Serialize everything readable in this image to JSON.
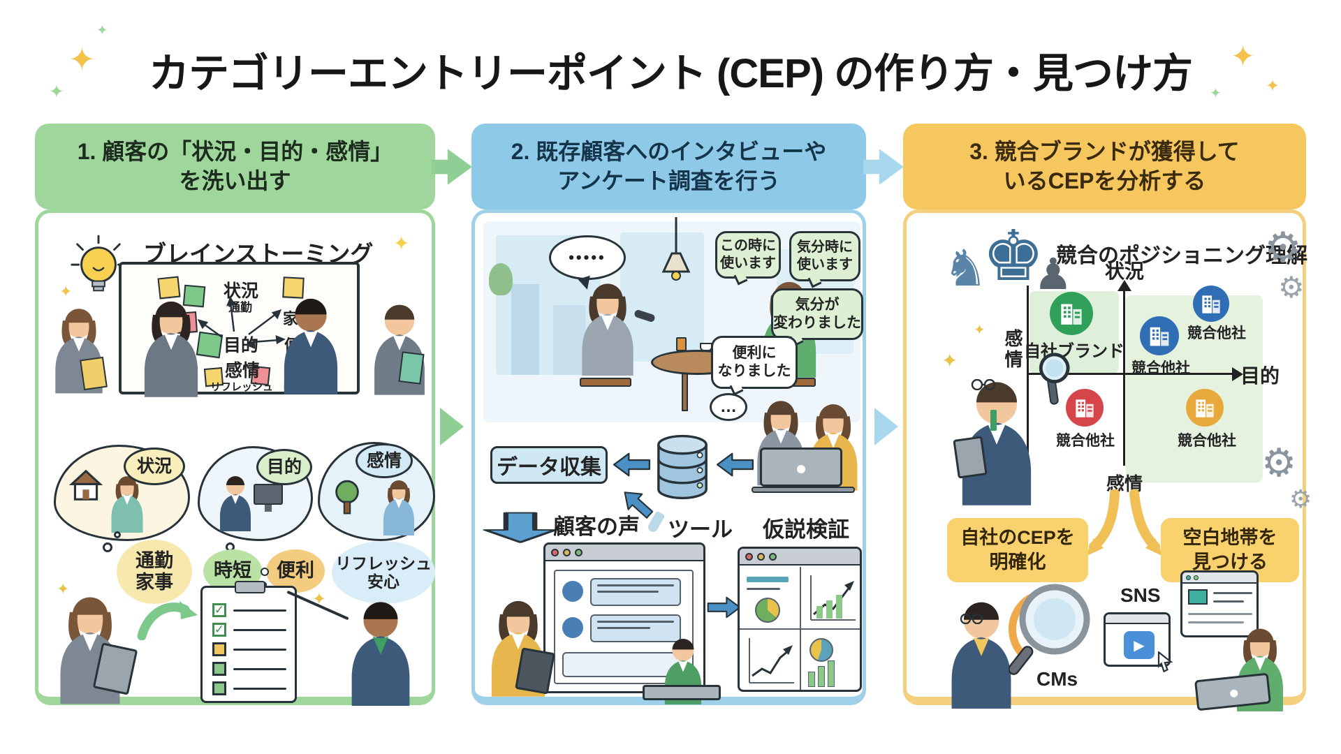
{
  "title": "カテゴリーエントリーポイント (CEP) の作り方・見つけ方",
  "icons": {
    "sparkle": "✦",
    "gear": "⚙",
    "check": "✓",
    "knight": "♞",
    "king": "♚",
    "pawn": "♟",
    "play": "▶"
  },
  "colors": {
    "step1": "#9ed69b",
    "step2": "#8fc9e8",
    "step3": "#f6c75f",
    "arrow_green": "#8fce94",
    "arrow_blue": "#a8d8ee"
  },
  "step1": {
    "header_line1": "1. 顧客の「状況・目的・感情」",
    "header_line2": "を洗い出す",
    "section_title": "ブレインストーミング",
    "board": {
      "joukyou": "状況",
      "tsuukin": "通勤",
      "kaji": "家事",
      "mokuteki": "目的",
      "benri": "便利",
      "kanjou": "感情",
      "refresh": "リフレッシュ"
    },
    "thoughts": {
      "joukyou": "状況",
      "mokuteki": "目的",
      "kanjou": "感情"
    },
    "bubbles": {
      "tsuukin1": "通勤",
      "tsuukin2": "家事",
      "jitan": "時短",
      "benri": "便利",
      "refresh1": "リフレッシュ",
      "refresh2": "安心"
    }
  },
  "step2": {
    "header_line1": "2. 既存顧客へのインタビューや",
    "header_line2": "アンケート調査を行う",
    "dots5": "•••••",
    "dots3": "…",
    "bubble1a": "この時に",
    "bubble1b": "使います",
    "bubble2a": "気分時に",
    "bubble2b": "使います",
    "bubble3a": "気分が",
    "bubble3b": "変わりました",
    "bubble4a": "便利に",
    "bubble4b": "なりました",
    "collect": "データ収集",
    "voice": "顧客の声",
    "tool": "ツール",
    "hypothesis": "仮説検証"
  },
  "step3": {
    "header_line1": "3. 競合ブランドが獲得して",
    "header_line2": "いるCEPを分析する",
    "section_title": "競合のポジショニング理解",
    "axis_top": "状況",
    "axis_right": "目的",
    "axis_left": "感情",
    "axis_bottom": "感情",
    "own_brand": "自社ブランド",
    "competitor": "競合他社",
    "box1a": "自社のCEPを",
    "box1b": "明確化",
    "box2a": "空白地帯を",
    "box2b": "見つける",
    "sns": "SNS",
    "cms": "CMs"
  }
}
